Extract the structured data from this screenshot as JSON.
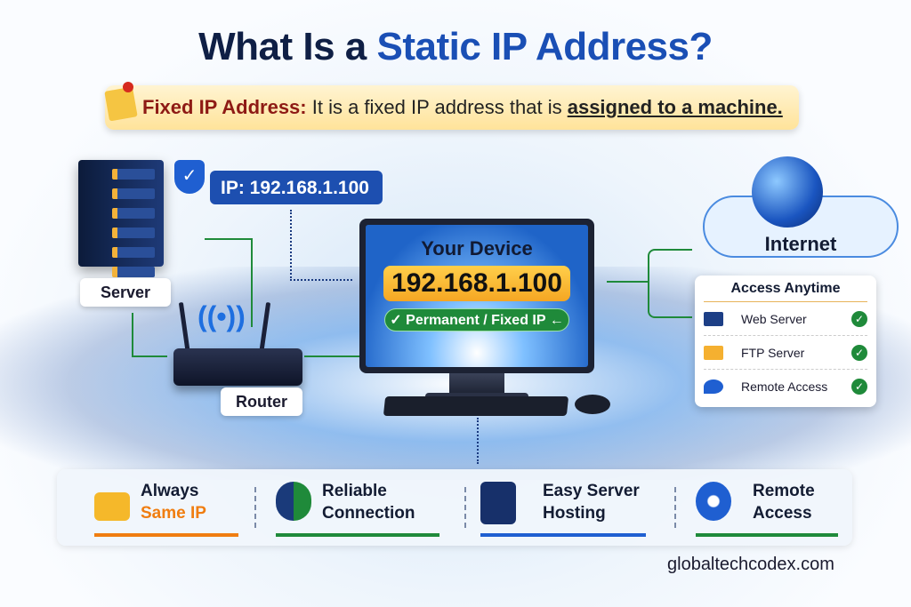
{
  "title": {
    "prefix": "What Is a",
    "highlight": "Static IP Address?"
  },
  "banner": {
    "label": "Fixed IP Address:",
    "text": "It is a fixed IP address that is",
    "emphasis": "assigned to a machine."
  },
  "server": {
    "label": "Server"
  },
  "ip_tag": {
    "text": "IP: 192.168.1.100"
  },
  "router": {
    "label": "Router"
  },
  "device": {
    "title": "Your Device",
    "ip": "192.168.1.100",
    "status": "✓ Permanent / Fixed IP ←"
  },
  "internet": {
    "label": "Internet"
  },
  "access": {
    "title": "Access Anytime",
    "items": [
      {
        "label": "Web Server",
        "icon": "server-icon"
      },
      {
        "label": "FTP Server",
        "icon": "folder-icon"
      },
      {
        "label": "Remote Access",
        "icon": "location-icon"
      }
    ]
  },
  "features": [
    {
      "line1": "Always",
      "line2": "Same IP",
      "icon": "lock-icon",
      "color": "#f07d10"
    },
    {
      "line1": "Reliable",
      "line2": "Connection",
      "icon": "handshake-icon",
      "color": "#1f8a3a"
    },
    {
      "line1": "Easy Server",
      "line2": "Hosting",
      "icon": "server-rack-icon",
      "color": "#1f5fd1"
    },
    {
      "line1": "Remote",
      "line2": "Access",
      "icon": "globe-pin-icon",
      "color": "#1f8a3a"
    }
  ],
  "website": "globaltechcodex.com"
}
